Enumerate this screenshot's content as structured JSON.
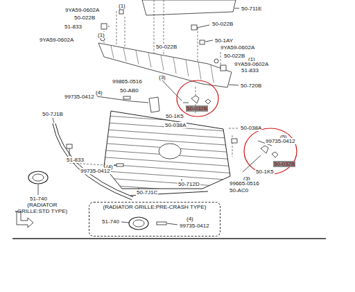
{
  "diagram": {
    "nodes": [
      {
        "text": [
          "(RADIATOR GRILLE:PRE-CRASH TYPE)"
        ]
      }
    ],
    "labels": [
      "(1)",
      "9YA59-0602A",
      "50-022B",
      "51-833",
      "(1)",
      "9YA59-0602A",
      "50-711E",
      "50-022B",
      "50-1AY",
      "9YA59-0602A",
      "50-022B",
      "50-022B",
      "(1)",
      "9YA59-0602A",
      "51-833",
      "50-720B",
      "(3)",
      "99865-0516",
      "50-AB0",
      "(4)",
      "99735-0412",
      "50-032B",
      "50-1K5",
      "50-038A",
      "50-7J1B",
      "50-038A",
      "(5)",
      "99735-0412",
      "51-833",
      "(4)",
      "99735-0412",
      "50-032B",
      "50-1K5",
      "(3)",
      "99665-0516",
      "50-AC0",
      "50-712D",
      "50-7J1C",
      "51-740",
      "(RADIATOR GRILLE:STD TYPE)",
      "51-740",
      "(4)",
      "99735-0412"
    ]
  }
}
